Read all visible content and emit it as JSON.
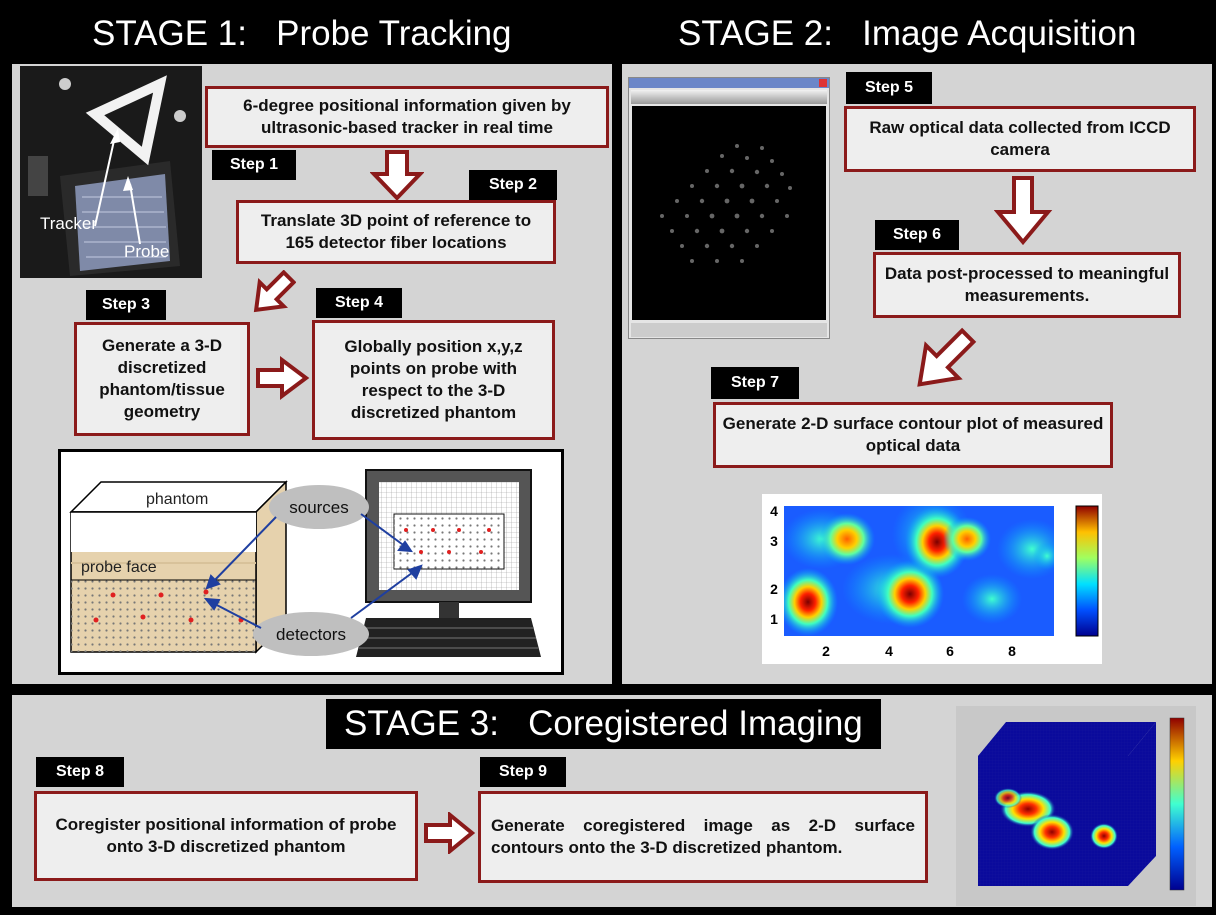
{
  "stage1": {
    "title": "STAGE 1:   Probe Tracking",
    "photo": {
      "tracker_label": "Tracker",
      "probe_label": "Probe"
    },
    "steps": [
      {
        "label": "Step 1",
        "text": "6-degree positional information given by ultrasonic-based tracker in real time"
      },
      {
        "label": "Step 2",
        "text": "Translate 3D point of reference to 165 detector fiber locations"
      },
      {
        "label": "Step 3",
        "text": "Generate a 3-D discretized phantom/tissue geometry"
      },
      {
        "label": "Step 4",
        "text": "Globally position x,y,z points on probe with respect to the 3-D discretized phantom"
      }
    ],
    "illustration": {
      "phantom": "phantom",
      "probe_face": "probe face",
      "sources": "sources",
      "detectors": "detectors"
    }
  },
  "stage2": {
    "title": "STAGE 2:   Image Acquisition",
    "steps": [
      {
        "label": "Step 5",
        "text": "Raw optical data collected from ICCD camera"
      },
      {
        "label": "Step 6",
        "text": "Data post-processed to meaningful measurements."
      },
      {
        "label": "Step 7",
        "text": "Generate 2-D surface contour plot of measured optical data"
      }
    ],
    "contour_plot": {
      "x_ticks": [
        "2",
        "4",
        "6",
        "8"
      ],
      "y_ticks": [
        "1",
        "2",
        "3",
        "4"
      ]
    }
  },
  "stage3": {
    "title": "STAGE 3:   Coregistered Imaging",
    "steps": [
      {
        "label": "Step 8",
        "text": "Coregister positional information of probe onto 3-D discretized phantom"
      },
      {
        "label": "Step 9",
        "text": "Generate coregistered image as 2-D surface contours onto the 3-D discretized phantom."
      }
    ]
  },
  "colors": {
    "panel": "#d4d4d4",
    "box_border": "#8b1a1a",
    "arrow": "#8b1a1a",
    "source_dot": "#e02020",
    "link_arrow": "#1f3fa0"
  }
}
